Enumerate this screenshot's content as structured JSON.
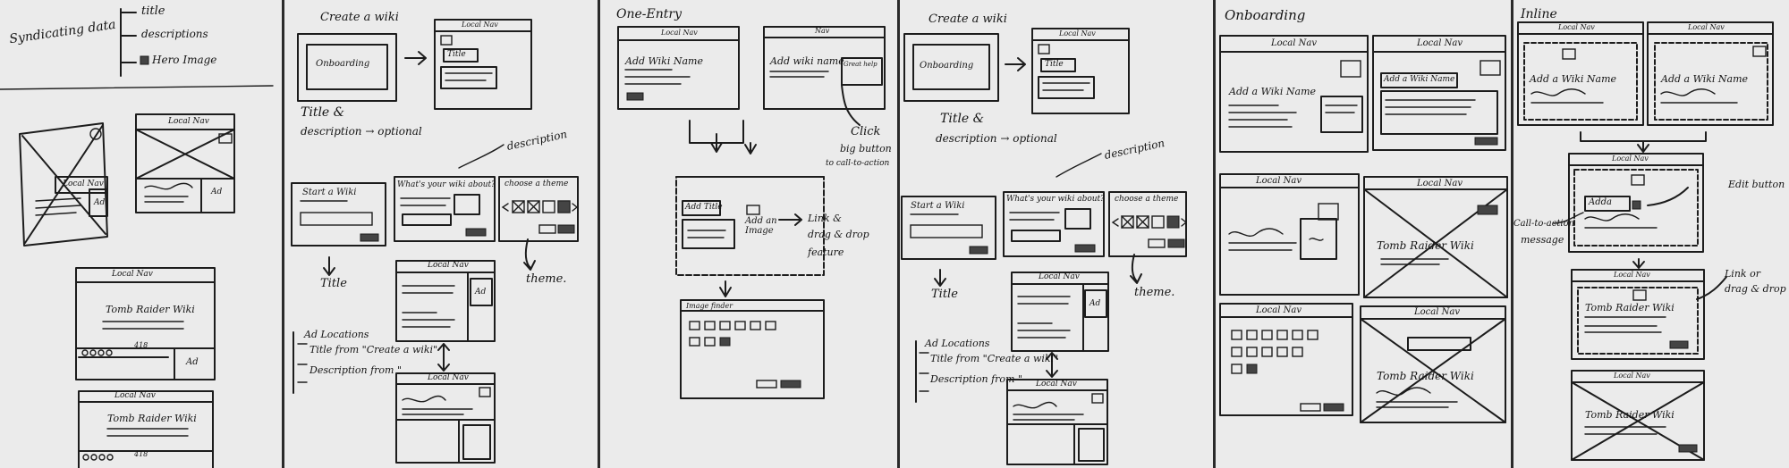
{
  "pages": [
    {
      "texts": {
        "syndicating_data": "Syndicating data",
        "title": "title",
        "descriptions": "descriptions",
        "hero_image": "Hero Image",
        "local_nav_1": "Local Nav",
        "local_nav_2": "Local Nav",
        "local_nav_3": "Local Nav",
        "local_nav_4": "Local Nav",
        "ad_1": "Ad",
        "ad_2": "Ad",
        "ad_3": "Ad",
        "tomb_raider_1": "Tomb Raider Wiki",
        "tomb_raider_2": "Tomb Raider Wiki",
        "num_1": "418",
        "num_2": "418"
      }
    },
    {
      "texts": {
        "create_a_wiki": "Create a wiki",
        "local_nav_1": "Local Nav",
        "onboarding": "Onboarding",
        "title_box": "Title",
        "title_amp": "Title &",
        "desc_optional": "description → optional",
        "description": "description",
        "start_a_wiki": "Start a Wiki",
        "write_q": "What's your wiki about?",
        "choose_theme": "choose a theme",
        "title_label": "Title",
        "theme_label": "theme.",
        "local_nav_2": "Local Nav",
        "ad": "Ad",
        "ad_locations": "Ad Locations",
        "title_from": "Title from \"Create a wiki\"",
        "desc_from": "Description from \"",
        "local_nav_3": "Local Nav"
      }
    },
    {
      "texts": {
        "one_entry": "One-Entry",
        "local_nav_1": "Local Nav",
        "add_wiki_name_1": "Add Wiki Name",
        "nav": "Nav",
        "add_wiki_name_2": "Add wiki name",
        "great_help": "Great help",
        "click": "Click",
        "big_button": "big button",
        "to_call": "to call-to-action",
        "add_title": "Add Title",
        "add_an_image": "Add an Image",
        "link_drag": "Link &",
        "drag_drop": "drag & drop",
        "feature": "feature",
        "image_finder": "Image finder"
      }
    },
    {
      "texts": {
        "create_a_wiki": "Create a wiki",
        "local_nav_1": "Local Nav",
        "onboarding": "Onboarding",
        "title_box": "Title",
        "title_amp": "Title &",
        "desc_optional": "description → optional",
        "description": "description",
        "start_a_wiki": "Start a Wiki",
        "write_q": "What's your wiki about?",
        "choose_theme": "choose a theme",
        "title_label": "Title",
        "theme_label": "theme.",
        "local_nav_2": "Local Nav",
        "ad": "Ad",
        "ad_locations": "Ad Locations",
        "title_from": "Title from \"Create a wiki\"",
        "desc_from": "Description from \"",
        "local_nav_3": "Local Nav"
      }
    },
    {
      "texts": {
        "onboarding": "Onboarding",
        "local_nav_1": "Local Nav",
        "local_nav_2": "Local Nav",
        "add_wiki_name_1": "Add a Wiki Name",
        "add_wiki_name_2": "Add a Wiki Name",
        "local_nav_3": "Local Nav",
        "local_nav_4": "Local Nav",
        "tomb_raider_1": "Tomb Raider Wiki",
        "local_nav_5": "Local Nav",
        "local_nav_6": "Local Nav",
        "tomb_raider_2": "Tomb Raider Wiki"
      }
    },
    {
      "texts": {
        "inline": "Inline",
        "local_nav_1": "Local Nav",
        "local_nav_2": "Local Nav",
        "add_wiki_name_1": "Add a Wiki Name",
        "add_wiki_name_2": "Add a Wiki Name",
        "local_nav_3": "Local Nav",
        "adda": "Adda",
        "edit_button": "Edit button",
        "call_to_action": "Call-to-action",
        "message": "message",
        "local_nav_4": "Local Nav",
        "tomb_raider_1": "Tomb Raider Wiki",
        "link_or": "Link or",
        "drag_drop": "drag & drop",
        "local_nav_5": "Local Nav",
        "tomb_raider_2": "Tomb Raider Wiki"
      }
    }
  ]
}
